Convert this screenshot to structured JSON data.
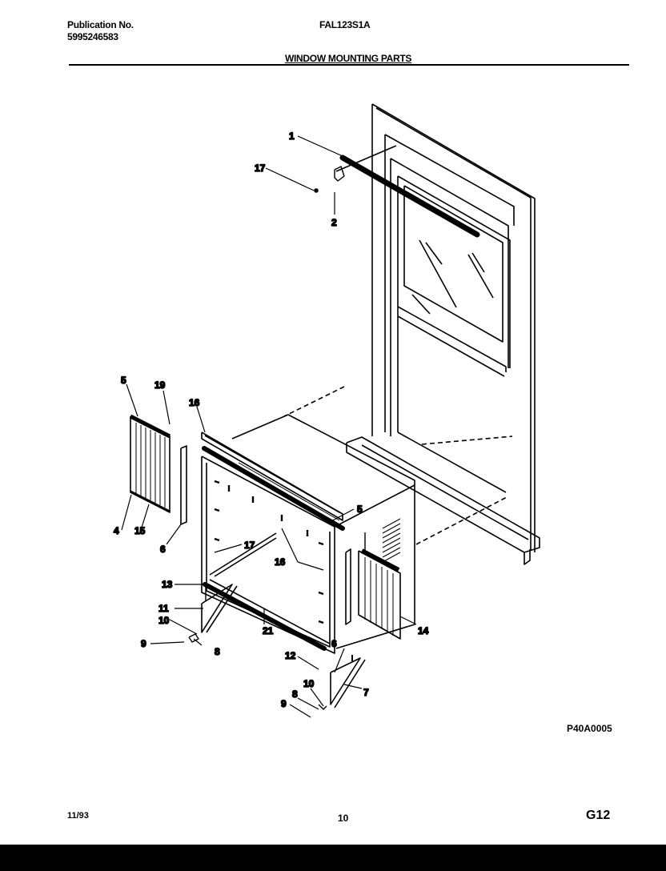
{
  "header": {
    "publication_label": "Publication No.",
    "publication_number": "5995246583",
    "model": "FAL123S1A",
    "section_title": "WINDOW MOUNTING PARTS"
  },
  "footer": {
    "date": "11/93",
    "page_number": "10",
    "sheet_code": "G12"
  },
  "figure": {
    "code": "P40A0005",
    "callouts": [
      {
        "id": "c1",
        "label": "1"
      },
      {
        "id": "c17a",
        "label": "17"
      },
      {
        "id": "c2",
        "label": "2"
      },
      {
        "id": "c5a",
        "label": "5"
      },
      {
        "id": "c19",
        "label": "19"
      },
      {
        "id": "c16a",
        "label": "16"
      },
      {
        "id": "c4",
        "label": "4"
      },
      {
        "id": "c15",
        "label": "15"
      },
      {
        "id": "c6a",
        "label": "6"
      },
      {
        "id": "c5b",
        "label": "5"
      },
      {
        "id": "c17b",
        "label": "17"
      },
      {
        "id": "c16b",
        "label": "16"
      },
      {
        "id": "c13",
        "label": "13"
      },
      {
        "id": "c11",
        "label": "11"
      },
      {
        "id": "c10a",
        "label": "10"
      },
      {
        "id": "c9a",
        "label": "9"
      },
      {
        "id": "c8a",
        "label": "8"
      },
      {
        "id": "c21",
        "label": "21"
      },
      {
        "id": "c6b",
        "label": "6"
      },
      {
        "id": "c14",
        "label": "14"
      },
      {
        "id": "c12",
        "label": "12"
      },
      {
        "id": "c7",
        "label": "7"
      },
      {
        "id": "c10b",
        "label": "10"
      },
      {
        "id": "c8b",
        "label": "8"
      },
      {
        "id": "c9b",
        "label": "9"
      }
    ]
  }
}
